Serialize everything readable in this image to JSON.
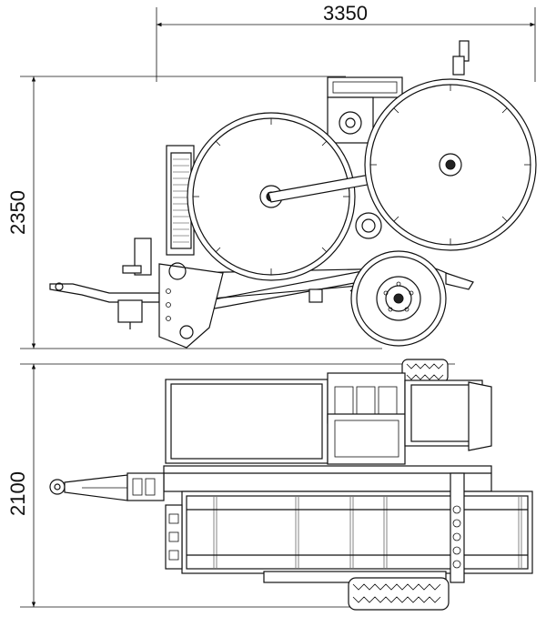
{
  "dimensions": {
    "overall_length": "3350",
    "overall_height": "2350",
    "overall_width": "2100"
  }
}
